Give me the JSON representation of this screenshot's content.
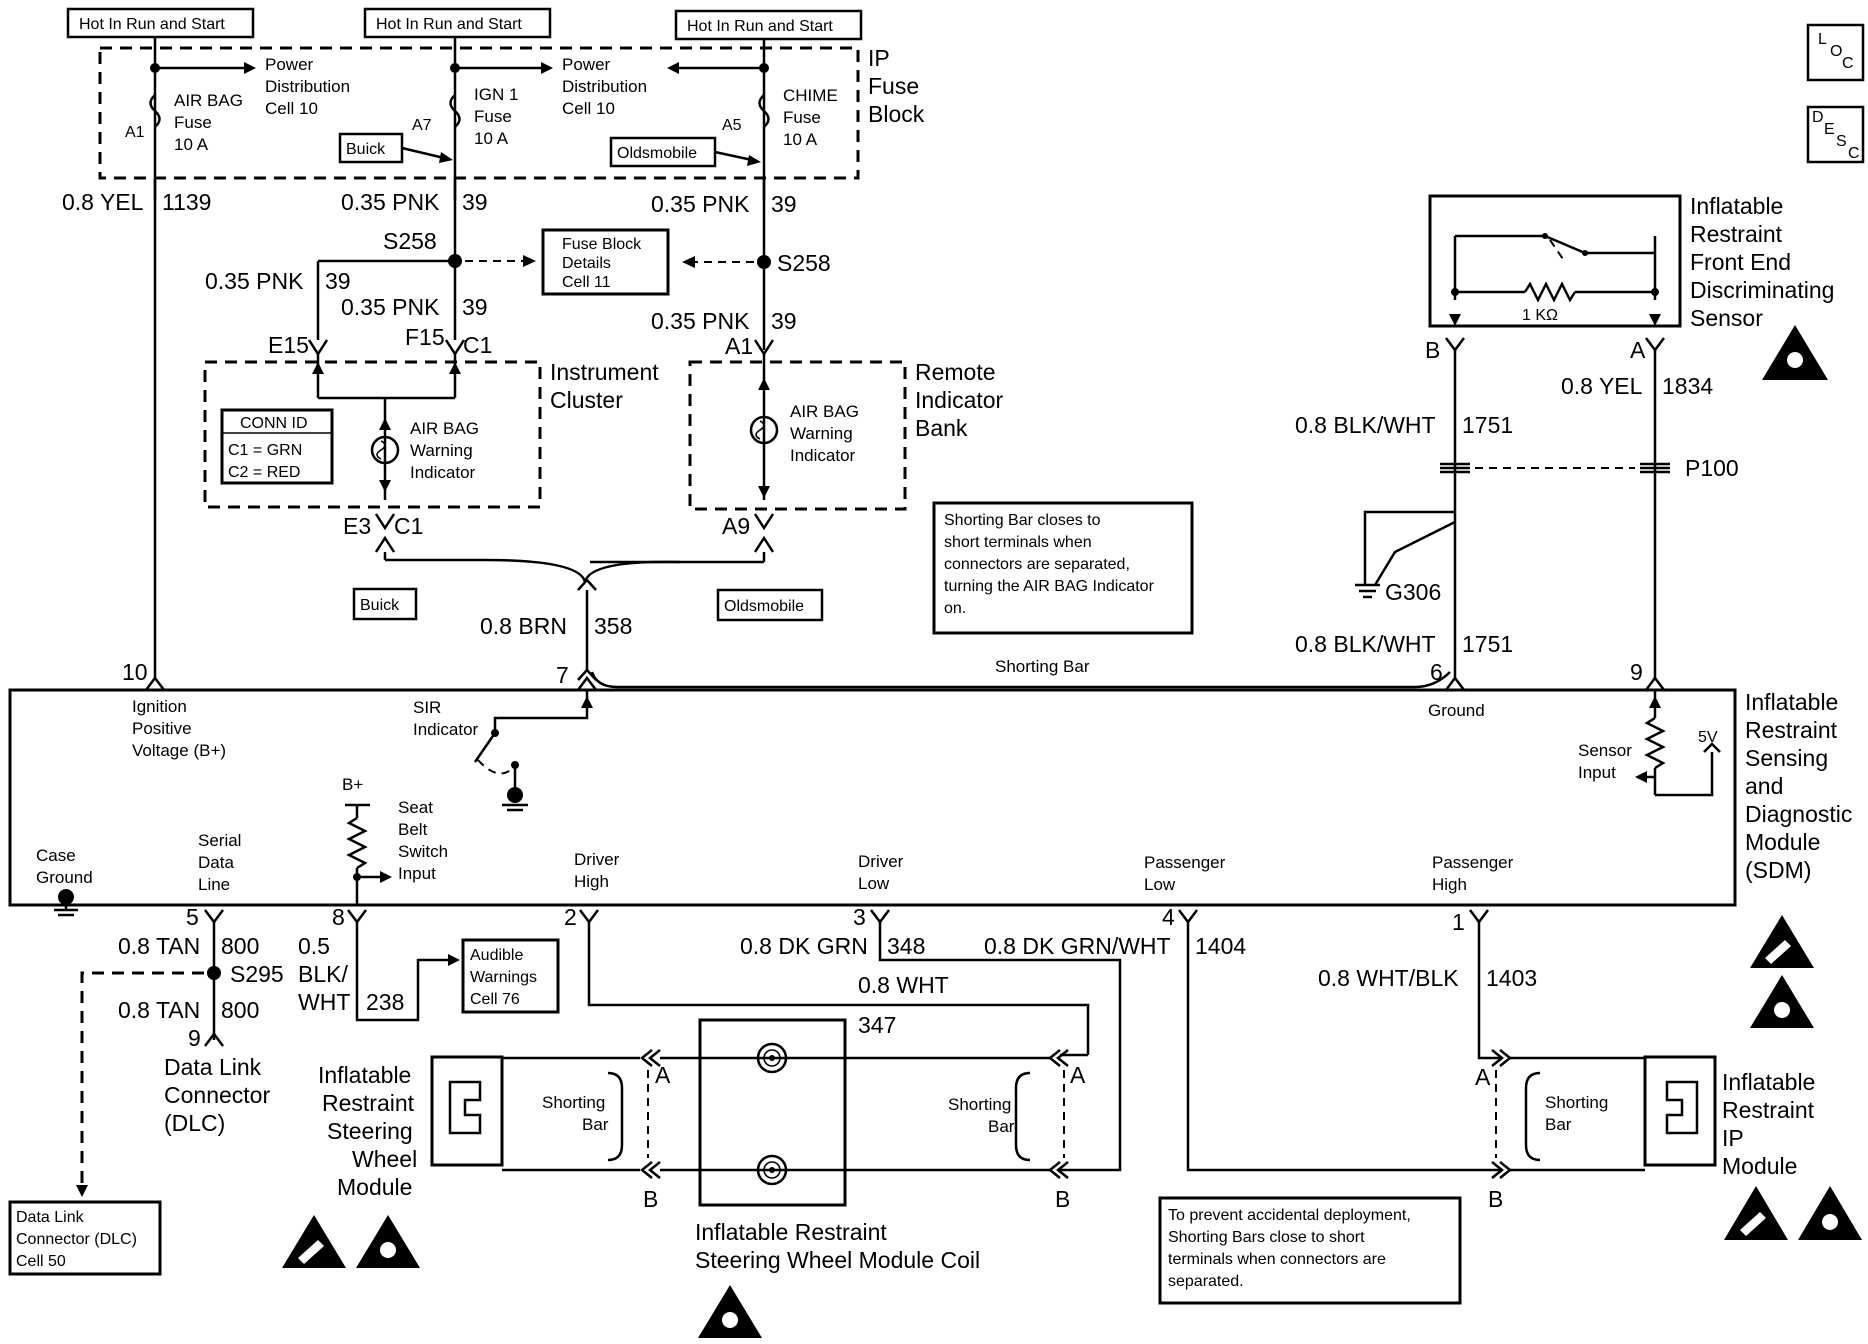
{
  "hot_tags": [
    "Hot In Run and Start",
    "Hot In Run and Start",
    "Hot In Run and Start"
  ],
  "fuse_block": {
    "title_1": "IP",
    "title_2": "Fuse",
    "title_3": "Block",
    "power_dist": [
      "Power",
      "Distribution",
      "Cell 10"
    ],
    "airbag_fuse": [
      "AIR BAG",
      "Fuse",
      "10 A"
    ],
    "ign1_fuse": [
      "IGN 1",
      "Fuse",
      "10 A"
    ],
    "chime_fuse": [
      "CHIME",
      "Fuse",
      "10 A"
    ],
    "pins": [
      "A1",
      "A7",
      "A5"
    ],
    "buick": "Buick",
    "oldsmobile": "Oldsmobile"
  },
  "wires": {
    "w1139": "0.8 YEL",
    "c1139": "1139",
    "pnk": "0.35 PNK",
    "c39": "39",
    "brn": "0.8 BRN",
    "c358": "358",
    "blkwht": "0.8 BLK/WHT",
    "c1751": "1751",
    "yel2": "0.8 YEL",
    "c1834": "1834",
    "tan": "0.8 TAN",
    "c800": "800",
    "blkwht05_1": "0.5",
    "blkwht05_2": "BLK/",
    "blkwht05_3": "WHT",
    "c238": "238",
    "dkgrn": "0.8 DK GRN",
    "c348": "348",
    "dkgrnwht": "0.8 DK GRN/WHT",
    "c1404": "1404",
    "wht": "0.8 WHT",
    "c347": "347",
    "whtblk": "0.8 WHT/BLK",
    "c1403": "1403"
  },
  "splices": {
    "s258": "S258",
    "s295": "S295",
    "p100": "P100",
    "g306": "G306"
  },
  "fuse_block_details": [
    "Fuse Block",
    "Details",
    "Cell 11"
  ],
  "cluster": {
    "title": [
      "Instrument",
      "Cluster"
    ],
    "conn_id": [
      "CONN ID",
      "C1 = GRN",
      "C2 = RED"
    ],
    "indicator": [
      "AIR BAG",
      "Warning",
      "Indicator"
    ],
    "pins": {
      "e15": "E15",
      "f15": "F15",
      "c1a": "C1",
      "e3": "E3",
      "c1b": "C1"
    }
  },
  "remote": {
    "title": [
      "Remote",
      "Indicator",
      "Bank"
    ],
    "indicator": [
      "AIR BAG",
      "Warning",
      "Indicator"
    ],
    "pins": {
      "a1": "A1",
      "a9": "A9"
    }
  },
  "buick2": "Buick",
  "oldsmobile2": "Oldsmobile",
  "shorting_note": [
    "Shorting Bar closes to",
    "short terminals when",
    "connectors are separated,",
    "turning the AIR BAG Indicator",
    "on."
  ],
  "front_sensor": {
    "title": [
      "Inflatable",
      "Restraint",
      "Front End",
      "Discriminating",
      "Sensor"
    ],
    "res": "1 KΩ",
    "pin_b": "B",
    "pin_a": "A"
  },
  "sdm": {
    "title": [
      "Inflatable",
      "Restraint",
      "Sensing",
      "and",
      "Diagnostic",
      "Module",
      "(SDM)"
    ],
    "pins": {
      "p10": "10",
      "p7": "7",
      "p6": "6",
      "p9": "9",
      "p5": "5",
      "p8": "8",
      "p2": "2",
      "p3": "3",
      "p4": "4",
      "p1": "1"
    },
    "ignition": [
      "Ignition",
      "Positive",
      "Voltage (B+)"
    ],
    "sir": [
      "SIR",
      "Indicator"
    ],
    "ground": "Ground",
    "shorting_bar": "Shorting Bar",
    "sensor_input": [
      "Sensor",
      "Input"
    ],
    "v5": "5V",
    "case_ground": [
      "Case",
      "Ground"
    ],
    "serial": [
      "Serial",
      "Data",
      "Line"
    ],
    "bplus": "B+",
    "seatbelt": [
      "Seat",
      "Belt",
      "Switch",
      "Input"
    ],
    "driver_high": [
      "Driver",
      "High"
    ],
    "driver_low": [
      "Driver",
      "Low"
    ],
    "pass_low": [
      "Passenger",
      "Low"
    ],
    "pass_high": [
      "Passenger",
      "High"
    ]
  },
  "audible": [
    "Audible",
    "Warnings",
    "Cell 76"
  ],
  "dlc": {
    "pin": "9",
    "label": [
      "Data Link",
      "Connector",
      "(DLC)"
    ]
  },
  "dlc_box": [
    "Data Link",
    "Connector (DLC)",
    "Cell 50"
  ],
  "steering_module": [
    "Inflatable",
    "Restraint",
    "Steering",
    "Wheel",
    "Module"
  ],
  "coil": [
    "Inflatable Restraint",
    "Steering Wheel Module Coil"
  ],
  "ip_module": [
    "Inflatable",
    "Restraint",
    "IP",
    "Module"
  ],
  "shorting": [
    "Shorting",
    "Bar"
  ],
  "conn_a": "A",
  "conn_b": "B",
  "prevent_note": [
    "To prevent accidental deployment,",
    "Shorting Bars close to short",
    "terminals when connectors are",
    "separated."
  ],
  "loc": [
    "L",
    "O",
    "C"
  ],
  "desc": [
    "D",
    "E",
    "S",
    "C"
  ]
}
